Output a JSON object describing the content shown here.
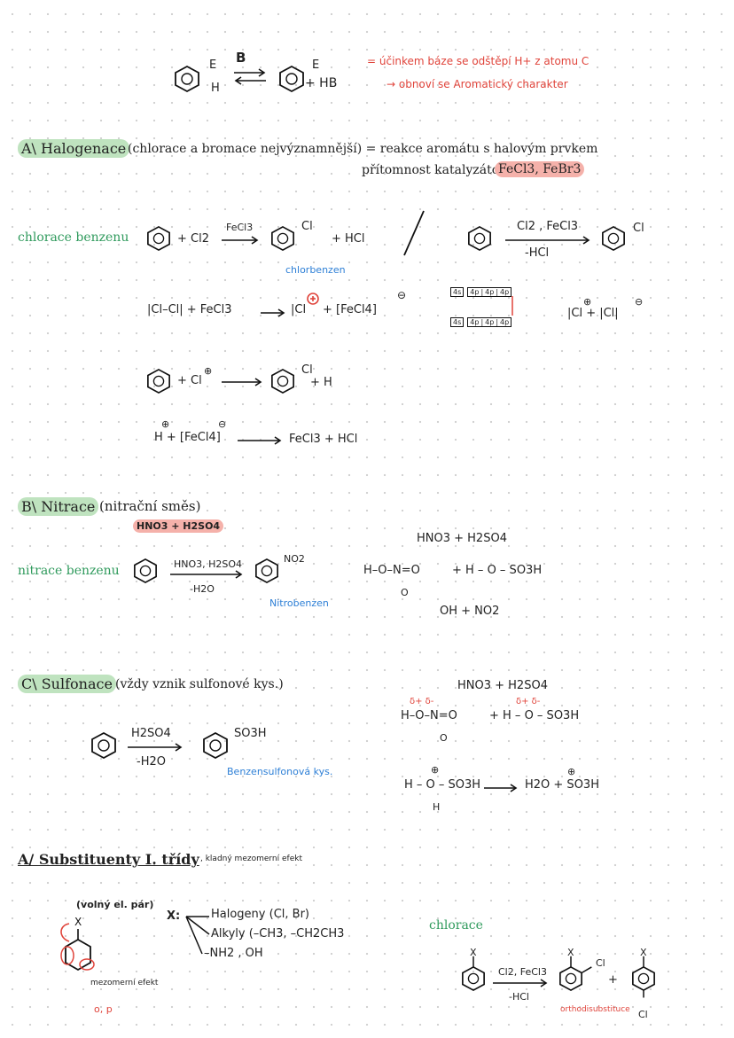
{
  "top": {
    "base": "B",
    "left_subst": "E",
    "left_h": "H",
    "right_subst": "E",
    "product_hb": "+ HB",
    "note_line1": "= účinkem báze se odštěpí H+ z atomu C",
    "note_line2": "→ obnoví se Aromatický charakter"
  },
  "halogenace": {
    "title": "A\\ Halogenace",
    "desc": "(chlorace a bromace nejvýznamnější) = reakce aromátu s halovým prvkem",
    "catalyst_intro": "přítomnost katalyzátoru!:",
    "catalyst": "FeCl3, FeBr3",
    "label": "chlorace benzenu",
    "eq1_reagent": "+ Cl2",
    "eq1_cat": "FeCl3",
    "eq1_subst": "Cl",
    "eq1_byproduct": "+ HCl",
    "eq1_product_name": "chlorbenzen",
    "eq2_top": "Cl2 , FeCl3",
    "eq2_bottom": "-HCl",
    "eq2_subst": "Cl",
    "step1_left": "|Cl–Cl| + FeCl3",
    "step1_right": "|Cl",
    "step1_anion": "+ [FeCl4]",
    "orbital_row1": [
      "4s",
      "4p",
      "4p",
      "4p"
    ],
    "orbital_row2": [
      "4s",
      "4p",
      "4p",
      "4p"
    ],
    "ion_pair": "|Cl + |Cl|",
    "step2_reagent": "+ Cl",
    "step2_subst": "Cl",
    "step2_byproduct": "+ H",
    "step3_left": "H + [FeCl4]",
    "step3_right": "FeCl3 + HCl"
  },
  "nitrace": {
    "title": "B\\ Nitrace",
    "desc": "(nitrační směs)",
    "mix": "HNO3 + H2SO4",
    "label": "nitrace benzenu",
    "arrow_top": "HNO3, H2SO4",
    "arrow_bottom": "-H2O",
    "subst": "NO2",
    "product_name": "Nitrobenzen",
    "mech_title": "HNO3 + H2SO4",
    "mech_left": "H–O–N=O",
    "mech_left_o": "O",
    "mech_right": "+   H – O – SO3H",
    "mech_products": "OH + NO2"
  },
  "sulfonace": {
    "title": "C\\ Sulfonace",
    "desc": "(vždy vznik sulfonové kys.)",
    "arrow_top": "H2SO4",
    "arrow_bottom": "-H2O",
    "subst": "SO3H",
    "product_name": "Benzensulfonová kys.",
    "mech_title": "HNO3 + H2SO4",
    "mech_left": "H–O–N=O",
    "mech_left_o": "O",
    "mech_right": "+   H – O – SO3H",
    "mech_step": "H – O – SO3H",
    "mech_step_h": "H",
    "mech_products": "H2O + SO3H"
  },
  "substituenty": {
    "title": "A/ Substituenty I. třídy",
    "desc": ", kladný mezomerní efekt",
    "free_pair": "(volný el. pár)",
    "x_label": "X:",
    "items": [
      "Halogeny (Cl, Br)",
      "Alkyly (–CH3, –CH2CH3",
      "–NH2 , OH"
    ],
    "mesomeric": "mezomerní efekt",
    "positions": "o, p",
    "chlorace_label": "chlorace",
    "arrow_top": "Cl2, FeCl3",
    "arrow_bottom": "-HCl",
    "x_top": "X",
    "product_subst": "Cl",
    "product_bottom": "Cl",
    "product_name": "orthodisubstituce"
  }
}
